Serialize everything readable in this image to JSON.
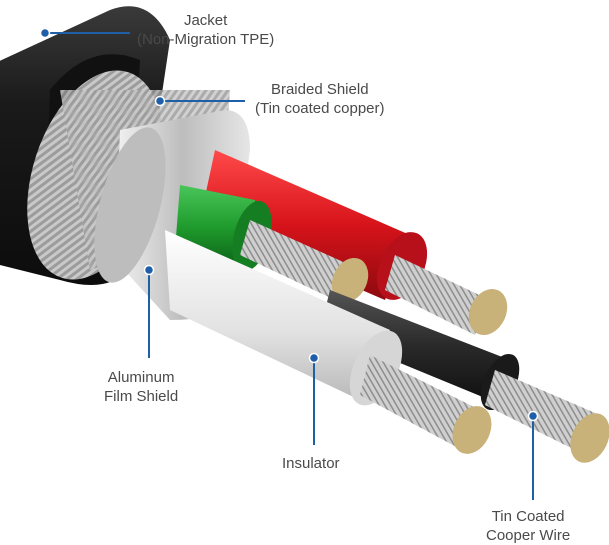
{
  "labels": {
    "jacket": {
      "line1": "Jacket",
      "line2": "(Non-Migration TPE)"
    },
    "braided_shield": {
      "line1": "Braided Shield",
      "line2": "(Tin coated copper)"
    },
    "aluminum_film_shield": {
      "line1": "Aluminum",
      "line2": "Film Shield"
    },
    "insulator": {
      "line1": "Insulator"
    },
    "tin_coated_wire": {
      "line1": "Tin Coated",
      "line2": "Cooper Wire"
    }
  },
  "colors": {
    "leader": "#1f5fa8",
    "jacket": "#1b1b1b",
    "braid": "#a9a9a9",
    "foil": "#d8d8d8",
    "red_insulation": "#d7131a",
    "green_insulation": "#1f9a2c",
    "white_insulation": "#ececec",
    "black_insulation": "#2a2a2a",
    "copper_core": "#c9b27a",
    "label_text": "#4a4a4a"
  }
}
